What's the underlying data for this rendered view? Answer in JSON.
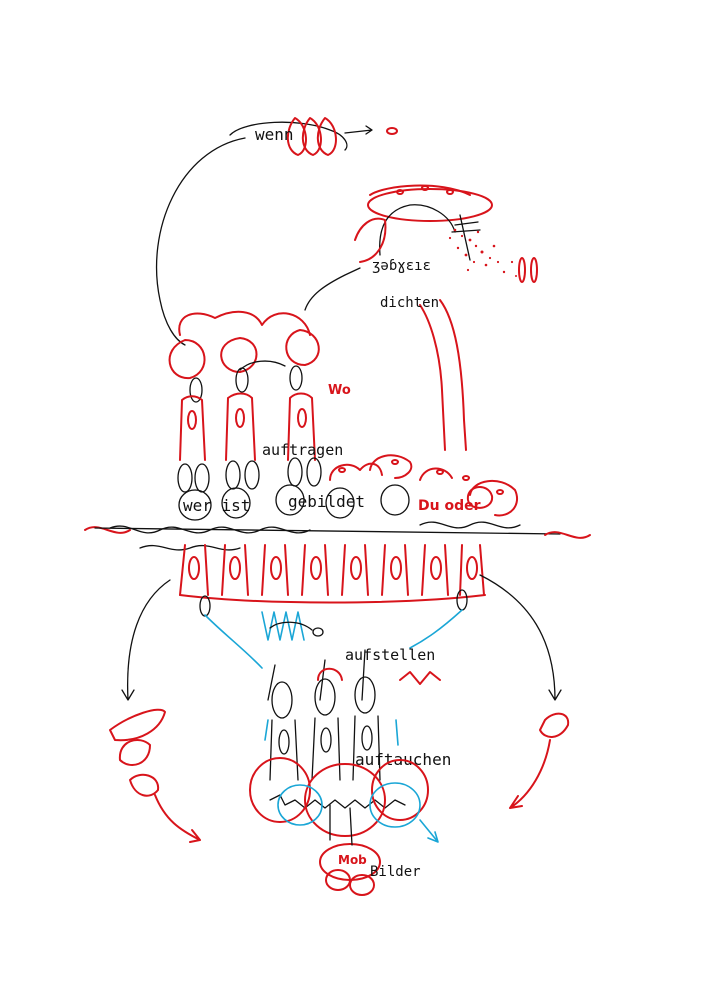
{
  "labels": {
    "wenn": "wenn",
    "dichten": "dichten",
    "auftragen": "auftragen",
    "wer_ist": "wer ist",
    "gebildet": "gebildet",
    "du_oder": "Du oder",
    "auf_stellen": "aufstellen",
    "auftauchen": "auftauchen",
    "mob": "Mob",
    "bilder": "Bilder",
    "wo": "Wo"
  },
  "colors": {
    "ink_black": "#111111",
    "ink_red": "#d8141b",
    "ink_blue": "#1aa6d6",
    "paper": "#ffffff"
  }
}
